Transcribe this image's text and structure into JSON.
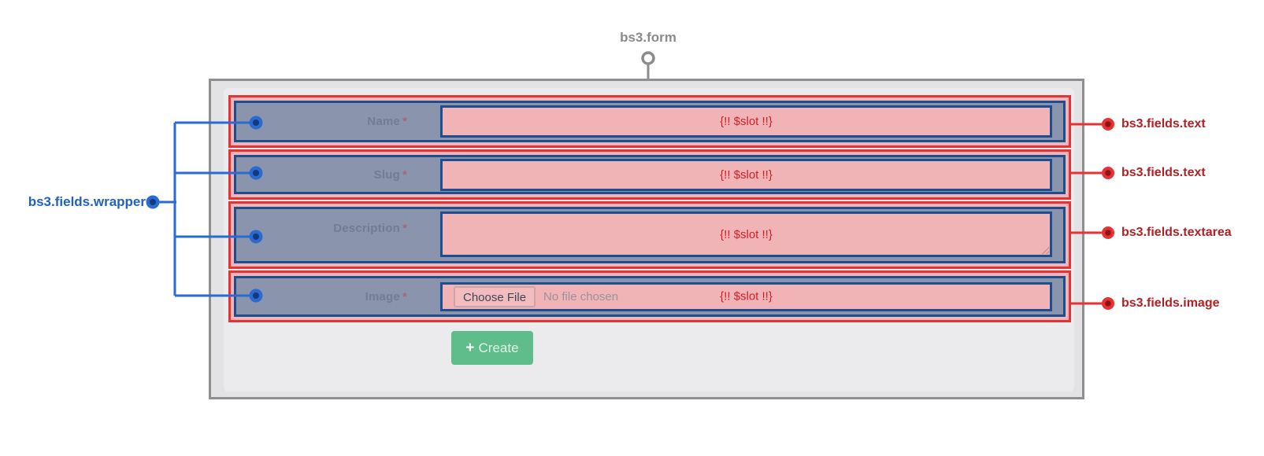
{
  "annotations": {
    "form": "bs3.form",
    "wrapper": "bs3.fields.wrapper",
    "fields": [
      "bs3.fields.text",
      "bs3.fields.text",
      "bs3.fields.textarea",
      "bs3.fields.image"
    ]
  },
  "form": {
    "fields": [
      {
        "label": "Name",
        "required": "*",
        "slot": "{!! $slot !!}"
      },
      {
        "label": "Slug",
        "required": "*",
        "slot": "{!! $slot !!}"
      },
      {
        "label": "Description",
        "required": "*",
        "slot": "{!! $slot !!}"
      },
      {
        "label": "Image",
        "required": "*",
        "slot": "{!! $slot !!}",
        "file_button": "Choose File",
        "file_status": "No file chosen"
      }
    ],
    "submit_button": {
      "icon": "+",
      "label": "Create"
    }
  },
  "colors": {
    "annotation_red_line": "#e73235",
    "annotation_red_text": "#b12025",
    "annotation_blue": "#2a6ad1",
    "annotation_blue_dark": "#14397d",
    "annotation_gray": "#8c8c8c",
    "field_border_red": "#e73235",
    "group_border_blue": "#1d4e8f",
    "label_area_bg": "#8a94ac",
    "input_bg": "#f0b4b7",
    "slot_text_red": "#d21f26",
    "button_green": "#5ebd8b",
    "form_bg": "#e3e3e5",
    "panel_bg": "#ebebed"
  }
}
